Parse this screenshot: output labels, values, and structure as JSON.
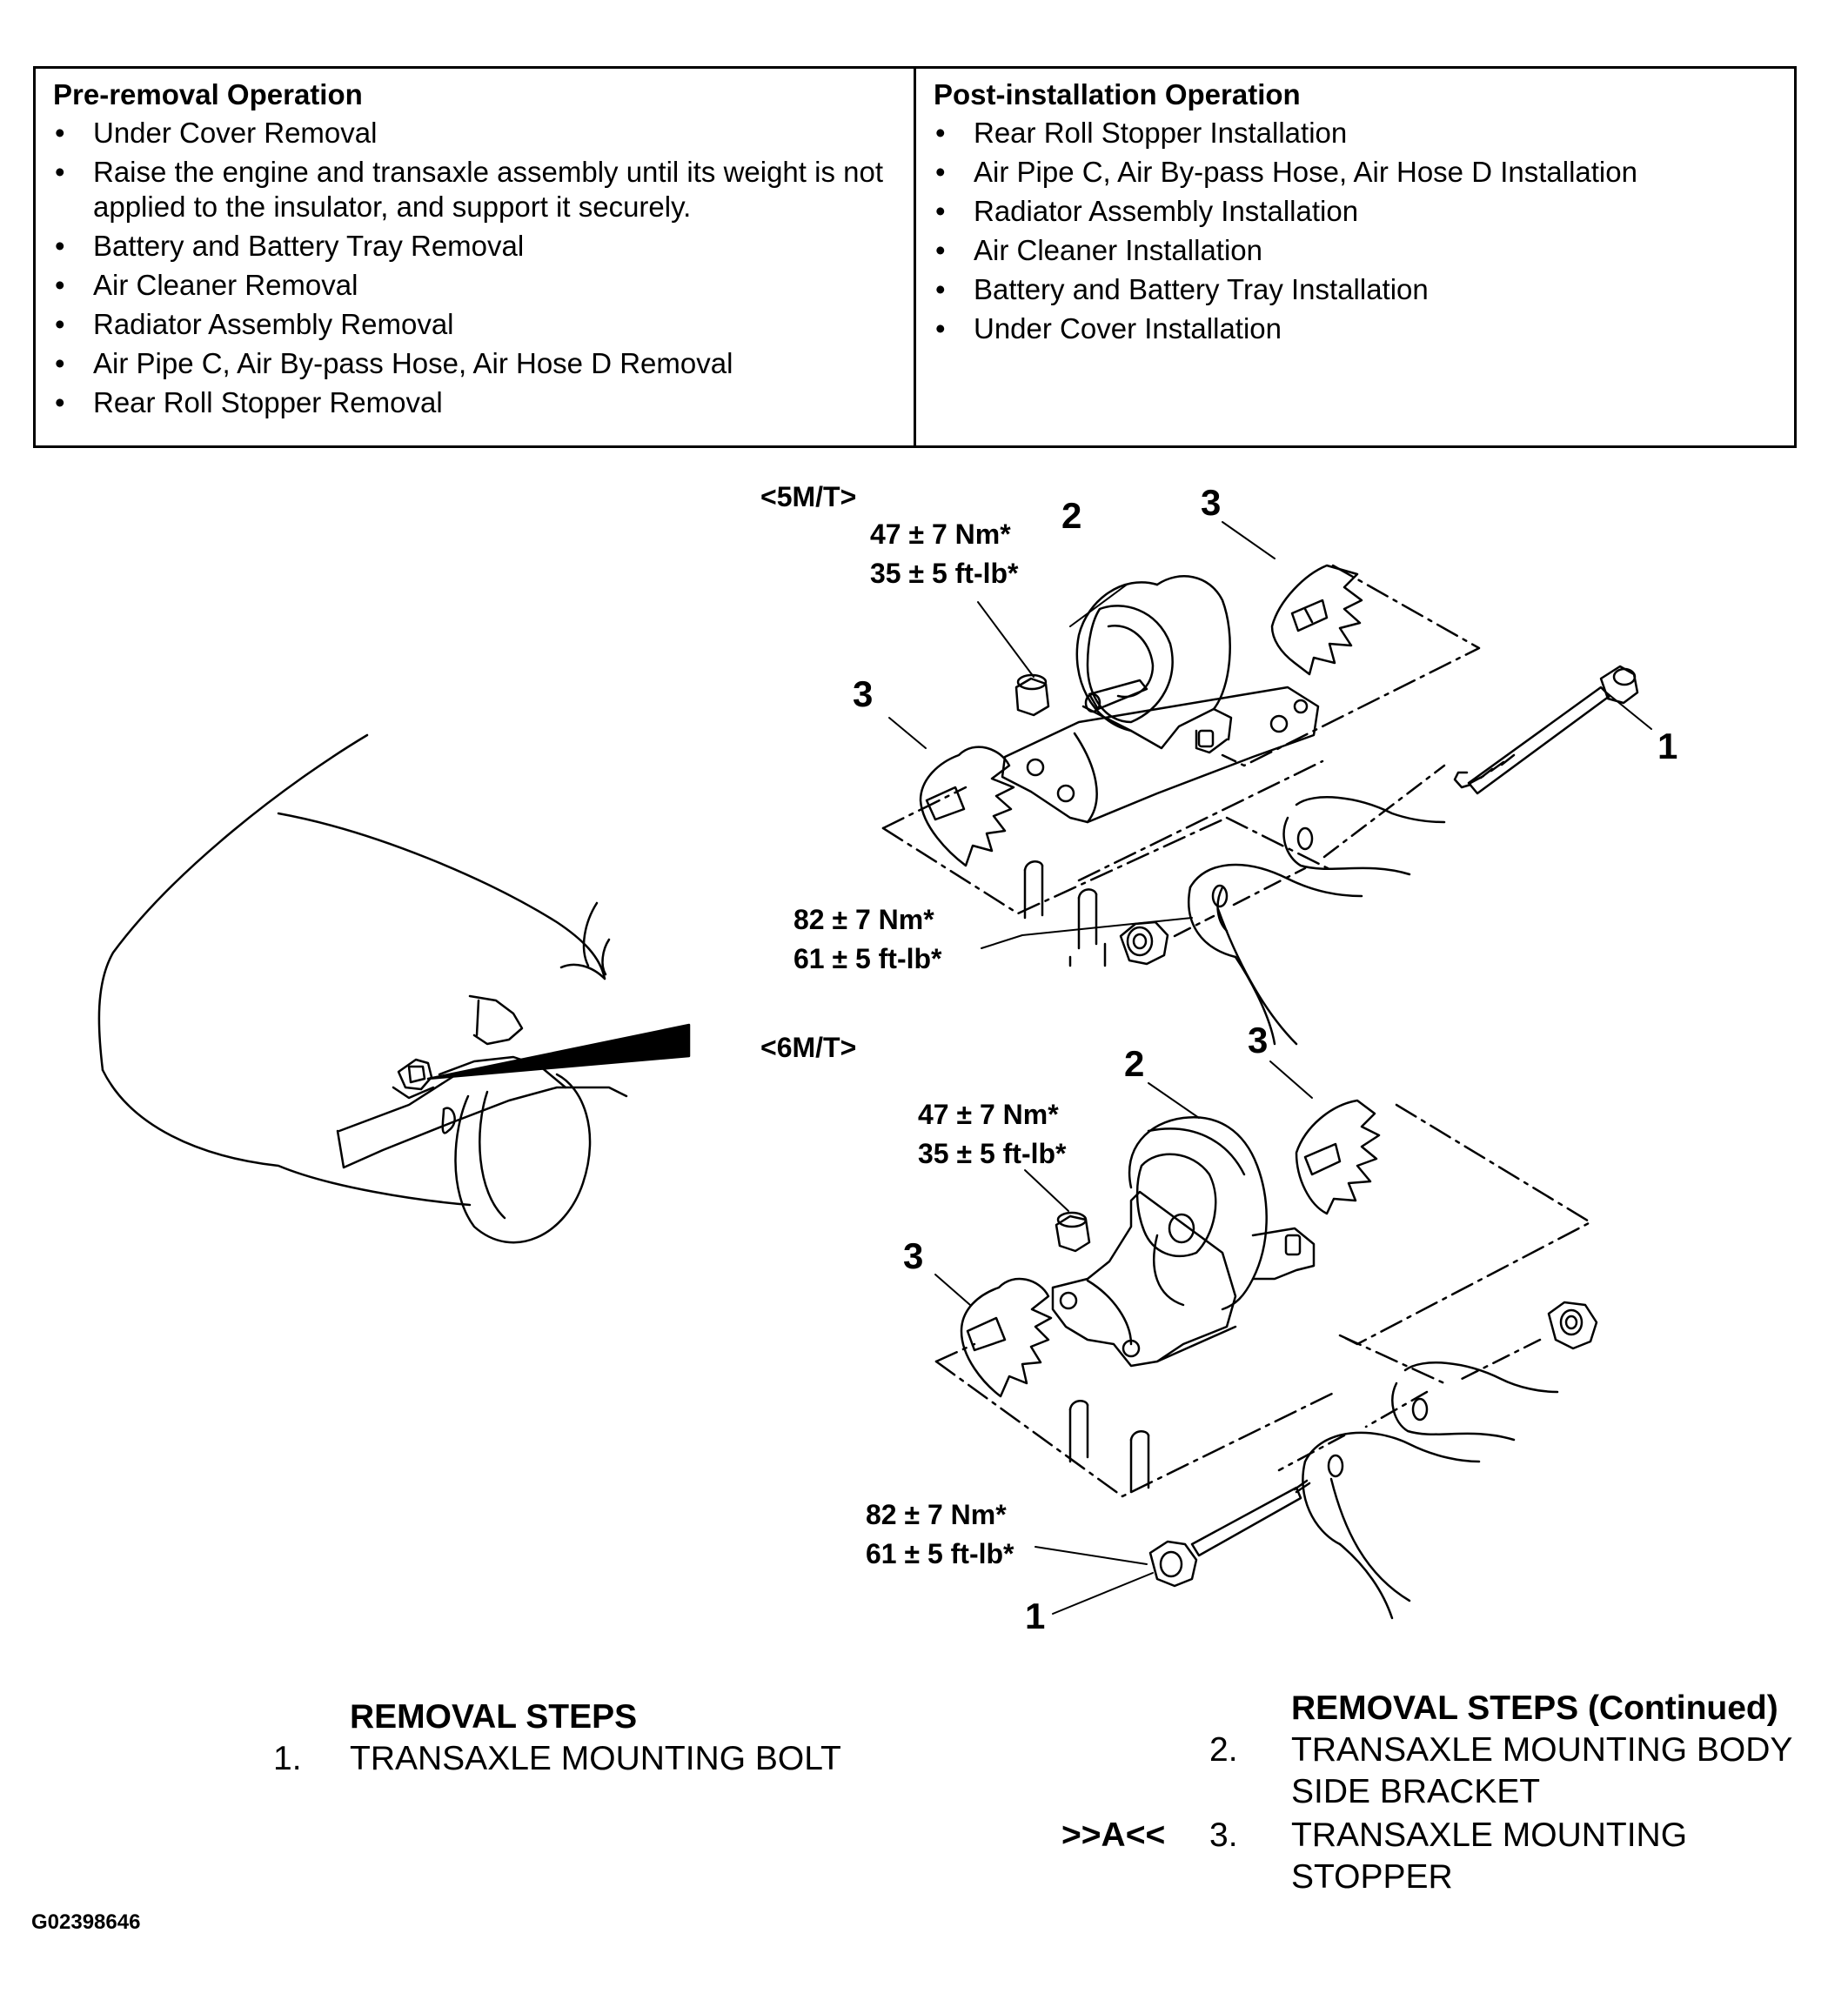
{
  "operations": {
    "pre_removal": {
      "title": "Pre-removal Operation",
      "items": [
        "Under Cover Removal",
        "Raise the engine and transaxle assembly until its weight is not applied to the insulator, and support it securely.",
        "Battery and Battery Tray Removal",
        "Air Cleaner Removal",
        "Radiator Assembly Removal",
        "Air Pipe C, Air By-pass Hose, Air Hose D Removal",
        "Rear Roll Stopper Removal"
      ]
    },
    "post_installation": {
      "title": "Post-installation Operation",
      "items": [
        "Rear Roll Stopper Installation",
        "Air Pipe C, Air By-pass Hose, Air Hose D Installation",
        "Radiator Assembly Installation",
        "Air Cleaner Installation",
        "Battery and Battery Tray Installation",
        "Under Cover Installation"
      ]
    }
  },
  "diagram": {
    "variant_5mt": "<5M/T>",
    "variant_6mt": "<6M/T>",
    "torque_upper_nm": "47 ± 7 Nm*",
    "torque_upper_ftlb": "35 ± 5 ft-lb*",
    "torque_lower_nm": "82 ± 7 Nm*",
    "torque_lower_ftlb": "61 ± 5 ft-lb*",
    "callout_1": "1",
    "callout_2": "2",
    "callout_3": "3"
  },
  "removal_steps": {
    "title": "REMOVAL STEPS",
    "title_continued": "REMOVAL STEPS (Continued)",
    "steps": [
      {
        "num": "1.",
        "text": "TRANSAXLE MOUNTING BOLT"
      },
      {
        "num": "2.",
        "text": "TRANSAXLE MOUNTING BODY SIDE BRACKET"
      },
      {
        "num": "3.",
        "text": "TRANSAXLE MOUNTING STOPPER",
        "ref": ">>A<<"
      }
    ]
  },
  "figure_id": "G02398646"
}
